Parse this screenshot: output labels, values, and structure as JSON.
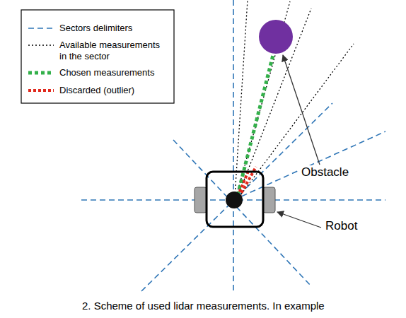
{
  "diagram": {
    "caption": "2. Scheme of used lidar measurements. In example",
    "labels": [
      "Obstacle",
      "Robot"
    ],
    "legend": [
      {
        "text": "Sectors delimiters"
      },
      {
        "text": "Available measurements in the sector"
      },
      {
        "text": "Chosen measurements"
      },
      {
        "text": "Discarded (outlier)"
      }
    ]
  }
}
